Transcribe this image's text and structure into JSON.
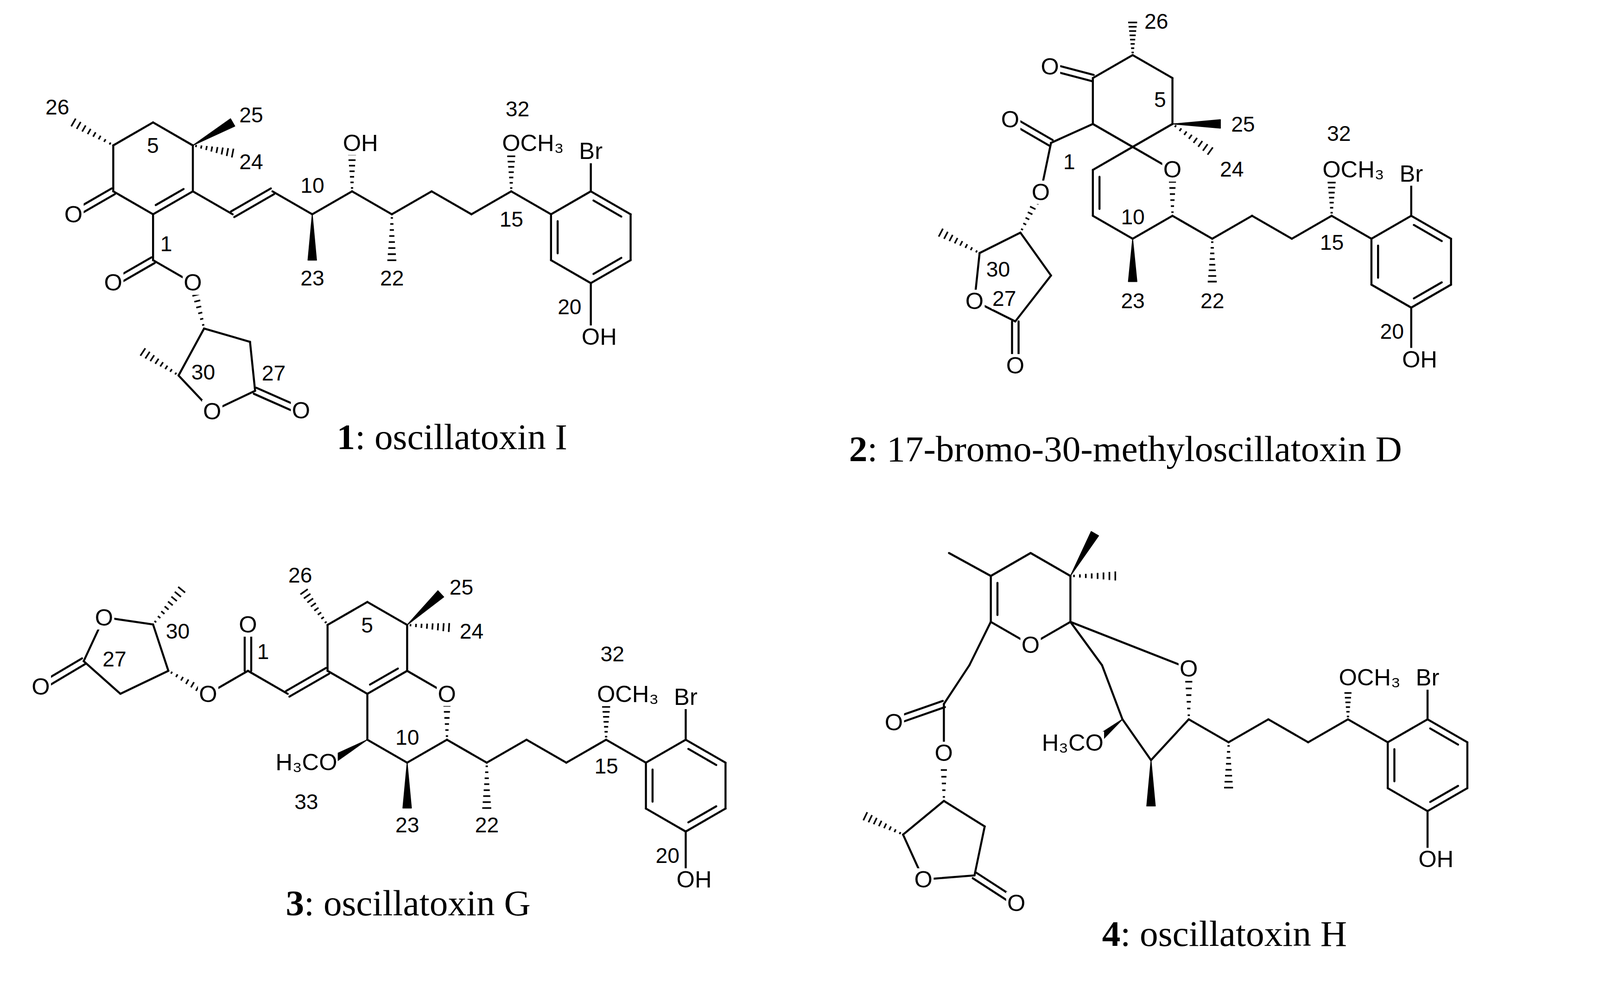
{
  "diagram": {
    "labels": [
      "26",
      "5",
      "25",
      "24",
      "O",
      "OH",
      "10",
      "23",
      "22",
      "32",
      "OCH₃",
      "Br",
      "15",
      "20",
      "OH",
      "1",
      "O",
      "O",
      "30",
      "27",
      "O",
      "O",
      "1",
      ": oscillatoxin I",
      "O",
      "26",
      "5",
      "25",
      "24",
      "O",
      "1",
      "O",
      "30",
      "27",
      "O",
      "O",
      "O",
      "10",
      "23",
      "22",
      "32",
      "OCH₃",
      "Br",
      "15",
      "20",
      "OH",
      "2",
      ": 17-bromo-30-methyloscillatoxin D",
      "O",
      "30",
      "27",
      "O",
      "O",
      "O",
      "1",
      "26",
      "5",
      "25",
      "24",
      "O",
      "H₃CO",
      "33",
      "10",
      "23",
      "22",
      "32",
      "OCH₃",
      "Br",
      "15",
      "20",
      "OH",
      "3",
      ": oscillatoxin G",
      "O",
      "O",
      "O",
      "O",
      "O",
      "O",
      "H₃CO",
      "OCH₃",
      "Br",
      "OH",
      "4",
      ": oscillatoxin H"
    ]
  }
}
